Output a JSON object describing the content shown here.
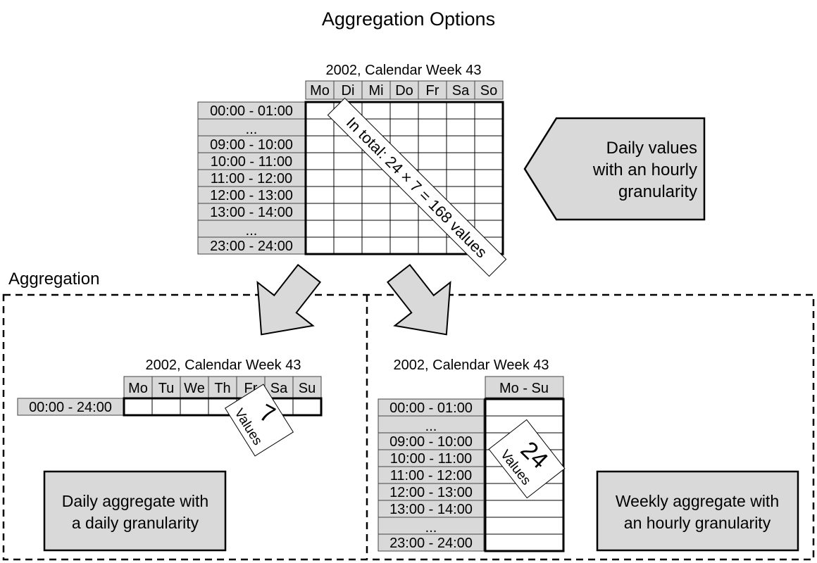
{
  "title": "Aggregation Options",
  "aggregation_label": "Aggregation",
  "colors": {
    "box_fill": "#d9d9d9",
    "stroke": "#000000",
    "background": "#ffffff"
  },
  "source_table": {
    "caption": "2002, Calendar Week 43",
    "days": [
      "Mo",
      "Di",
      "Mi",
      "Do",
      "Fr",
      "Sa",
      "So"
    ],
    "rows": [
      "00:00 - 01:00",
      "...",
      "09:00 - 10:00",
      "10:00 - 11:00",
      "11:00 - 12:00",
      "12:00 - 13:00",
      "13:00 - 14:00",
      "...",
      "23:00 - 24:00"
    ],
    "total_label": "In total: 24 × 7 = 168 values"
  },
  "source_callout": {
    "lines": [
      "Daily values",
      "with an hourly",
      "granularity"
    ]
  },
  "daily_aggregate": {
    "caption": "2002, Calendar Week 43",
    "days": [
      "Mo",
      "Tu",
      "We",
      "Th",
      "Fr",
      "Sa",
      "Su"
    ],
    "row": "00:00 - 24:00",
    "count": "7",
    "count_unit": "Values",
    "description": [
      "Daily aggregate with",
      "a daily granularity"
    ]
  },
  "weekly_aggregate": {
    "caption": "2002, Calendar Week 43",
    "column": "Mo - Su",
    "rows": [
      "00:00 - 01:00",
      "...",
      "09:00 - 10:00",
      "10:00 - 11:00",
      "11:00 - 12:00",
      "12:00 - 13:00",
      "13:00 - 14:00",
      "...",
      "23:00 - 24:00"
    ],
    "count": "24",
    "count_unit": "Values",
    "description": [
      "Weekly aggregate with",
      "an hourly granularity"
    ]
  }
}
